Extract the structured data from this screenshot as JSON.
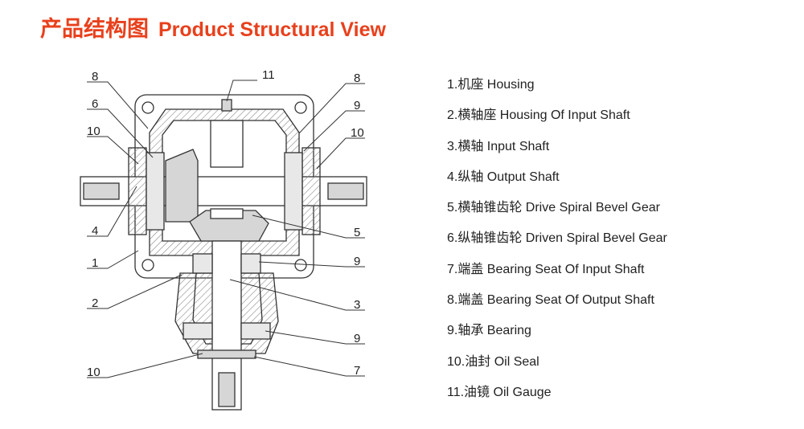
{
  "colors": {
    "title": "#e8401c",
    "line": "#333333",
    "hatch": "#888888",
    "shade": "#d6d6d6"
  },
  "title": {
    "cn": "产品结构图",
    "en": "Product Structural View"
  },
  "callouts": {
    "left": [
      "8",
      "6",
      "10",
      "4",
      "1",
      "2",
      "10"
    ],
    "top": "11",
    "right": [
      "8",
      "9",
      "10",
      "5",
      "9",
      "3",
      "9",
      "7"
    ]
  },
  "legend": [
    "1.机座 Housing",
    "2.横轴座 Housing Of Input Shaft",
    "3.横轴 Input Shaft",
    "4.纵轴 Output Shaft",
    "5.横轴锥齿轮 Drive Spiral Bevel Gear",
    "6.纵轴锥齿轮 Driven Spiral Bevel Gear",
    "7.端盖 Bearing Seat Of Input Shaft",
    "8.端盖 Bearing Seat Of Output Shaft",
    "9.轴承 Bearing",
    "10.油封 Oil Seal",
    "11.油镜 Oil Gauge"
  ]
}
